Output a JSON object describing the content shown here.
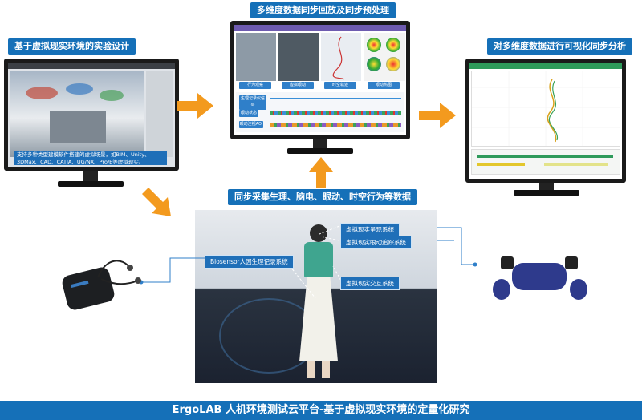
{
  "titles": {
    "left": "基于虚拟现实环境的实验设计",
    "center": "多维度数据同步回放及同步预处理",
    "right": "对多维度数据进行可视化同步分析",
    "collect": "同步采集生理、脑电、眼动、时空行为等数据"
  },
  "left_monitor": {
    "caption": "支持多种类型建模软件搭建的虚拟场景，如BIM、Unity、3DMax、CAD、CATIA、UG/NX、Pro/E等虚拟现实。"
  },
  "center_monitor": {
    "panel_labels": [
      "行为观察",
      "虚拟眼动",
      "时空轨迹",
      "眼动热图"
    ],
    "track_labels": [
      "生理记录仪信号",
      "眼动状态",
      "眼动注视AOI"
    ]
  },
  "callouts": {
    "biosensor": "Biosensor人因生理记录系统",
    "vr_display": "虚拟现实呈现系统",
    "vr_eye": "虚拟现实眼动追踪系统",
    "vr_interact": "虚拟现实交互系统"
  },
  "footer": "ErgoLAB 人机环境测试云平台-基于虚拟现实环境的定量化研究",
  "colors": {
    "brand": "#1570b8",
    "arrow": "#f39a1e",
    "monitor": "#1a1a1a"
  },
  "icons": [
    "biosensor-device-icon",
    "vr-headset-icon",
    "arrow-right-icon",
    "arrow-down-icon",
    "arrow-up-icon"
  ]
}
